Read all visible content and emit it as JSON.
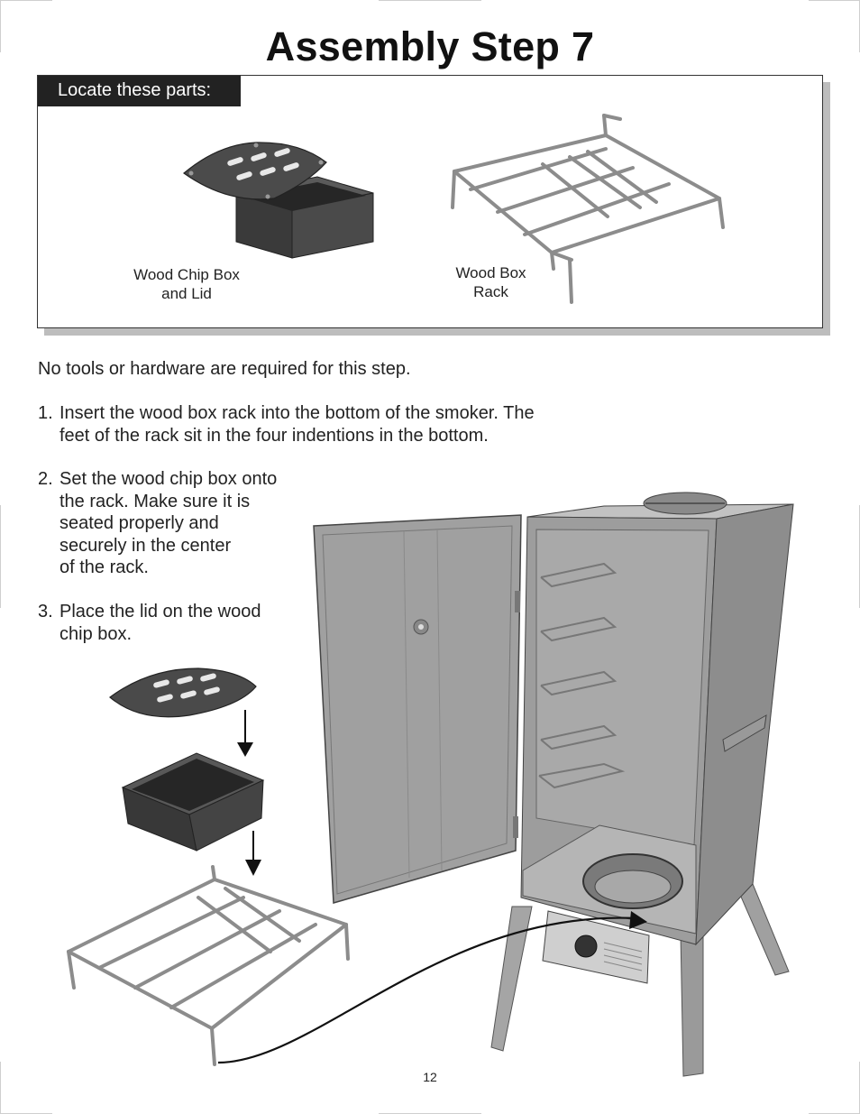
{
  "page": {
    "title": "Assembly Step 7",
    "page_number": "12"
  },
  "parts_panel": {
    "header": "Locate these parts:",
    "parts": [
      {
        "label_lines": [
          "Wood Chip Box",
          "and Lid"
        ]
      },
      {
        "label_lines": [
          "Wood Box",
          "Rack"
        ]
      }
    ]
  },
  "instructions": {
    "intro": "No tools or hardware are required for this step.",
    "steps": [
      {
        "number": "1.",
        "lines": [
          "Insert the wood box rack into the  bottom of the smoker. The",
          "feet of the rack sit in the four indentions in the bottom."
        ]
      },
      {
        "number": "2.",
        "lines": [
          "Set the wood chip box onto",
          "the rack. Make sure it is",
          "seated properly and",
          "securely in the center",
          "of the rack."
        ]
      },
      {
        "number": "3.",
        "lines": [
          "Place the lid on the wood",
          "chip box."
        ]
      }
    ]
  },
  "colors": {
    "panel_header_bg": "#222222",
    "metal_light": "#b3b3b3",
    "metal_mid": "#969696",
    "metal_dark": "#6e6e6e",
    "box_dark": "#3d3d3d"
  }
}
